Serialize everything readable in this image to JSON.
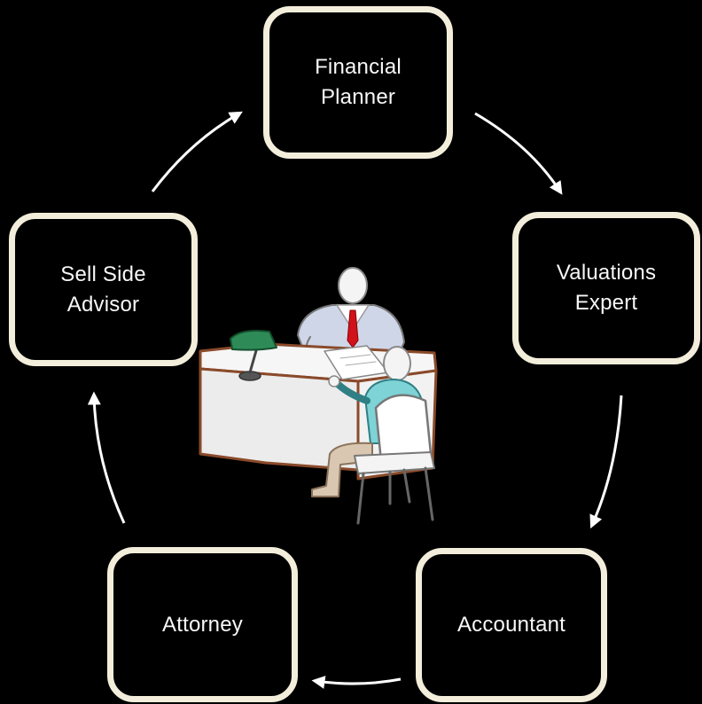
{
  "diagram": {
    "nodes": [
      {
        "id": "financial-planner",
        "lines": [
          "Financial",
          "Planner"
        ]
      },
      {
        "id": "valuations-expert",
        "lines": [
          "Valuations",
          "Expert"
        ]
      },
      {
        "id": "accountant",
        "lines": [
          "Accountant"
        ]
      },
      {
        "id": "attorney",
        "lines": [
          "Attorney"
        ]
      },
      {
        "id": "sell-side-advisor",
        "lines": [
          "Sell Side",
          "Advisor"
        ]
      }
    ],
    "edges": [
      {
        "from": "financial-planner",
        "to": "valuations-expert"
      },
      {
        "from": "valuations-expert",
        "to": "accountant"
      },
      {
        "from": "accountant",
        "to": "attorney"
      },
      {
        "from": "attorney",
        "to": "sell-side-advisor"
      },
      {
        "from": "sell-side-advisor",
        "to": "financial-planner"
      }
    ],
    "center_illustration": "desk-meeting-illustration",
    "colors": {
      "background": "#000000",
      "node_border": "#f3eedb",
      "node_text": "#f7f7f7",
      "arrow": "#ffffff",
      "tie": "#d0121b",
      "lamp": "#2e8b57",
      "desk_edge": "#8a4a2a"
    }
  }
}
